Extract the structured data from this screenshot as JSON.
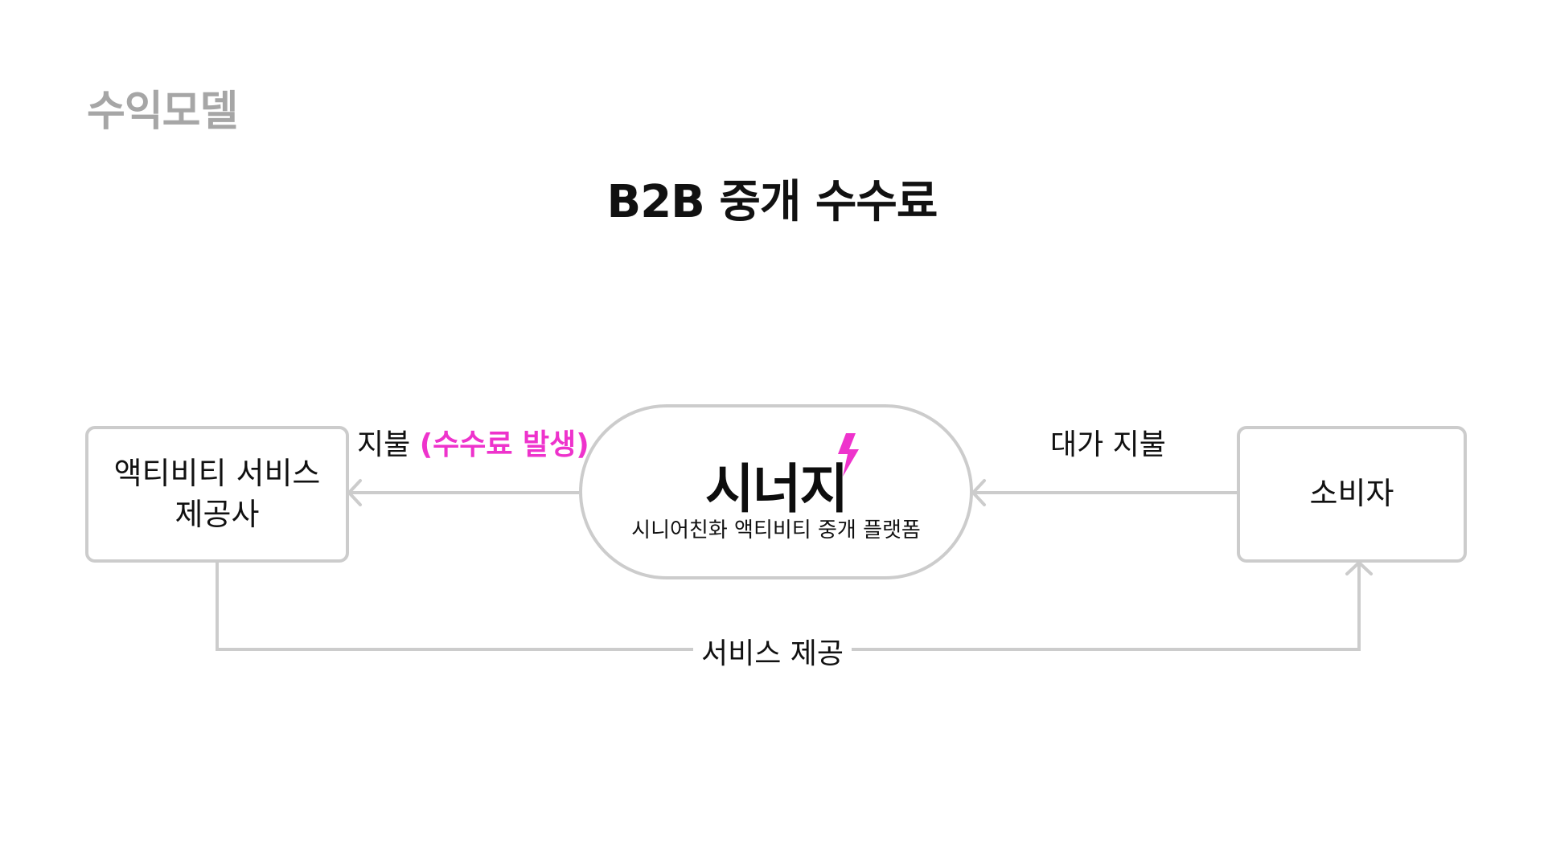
{
  "section_label": "수익모델",
  "title": "B2B 중개 수수료",
  "provider_box": {
    "line1": "액티비티 서비스",
    "line2": "제공사"
  },
  "consumer_box": {
    "label": "소비자"
  },
  "hub": {
    "logo_text": "시너지",
    "subtitle": "시니어친화 액티비티 중개 플랫폼",
    "bolt_icon": "lightning-icon"
  },
  "edges": {
    "hub_to_provider": {
      "label": "지불",
      "highlight": "(수수료 발생)"
    },
    "consumer_to_hub": {
      "label": "대가 지불"
    },
    "provider_to_consumer": {
      "label": "서비스 제공"
    }
  },
  "colors": {
    "accent": "#ee33cc",
    "line": "#cccccc",
    "section_label": "#a6a6a6",
    "text": "#111111"
  }
}
